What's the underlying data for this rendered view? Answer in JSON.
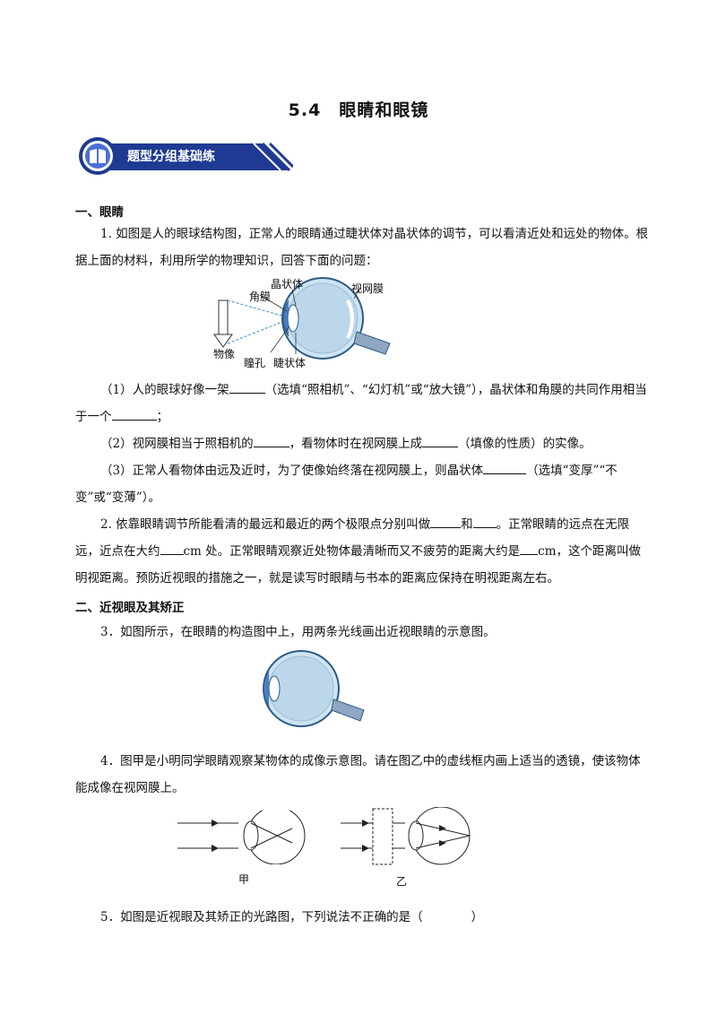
{
  "title": "5.4　眼睛和眼镜",
  "banner": {
    "label": "题型分组基础练"
  },
  "section1": {
    "heading": "一、眼睛"
  },
  "q1": {
    "stem": "1. 如图是人的眼球结构图，正常人的眼睛通过睫状体对晶状体的调节，可以看清近处和远处的物体。根据上面的材料，利用所学的物理知识，回答下面的问题：",
    "figure_labels": {
      "lens": "晶状体",
      "cornea": "角膜",
      "retina": "视网膜",
      "object": "物像",
      "pupil": "瞳孔",
      "ciliary": "睫状体"
    },
    "sub1_a": "（1）人的眼球好像一架",
    "sub1_b": "（选填“照相机”、“幻灯机”或“放大镜”），晶状体和角膜的共同作用相当于一个",
    "sub1_c": "；",
    "sub2_a": "（2）视网膜相当于照相机的",
    "sub2_b": "，看物体时在视网膜上成",
    "sub2_c": "（填像的性质）的实像。",
    "sub3_a": "（3）正常人看物体由远及近时，为了使像始终落在视网膜上，则晶状体",
    "sub3_b": "（选填“变厚”“不变”或“变薄”）。"
  },
  "q2": {
    "a": "2. 依靠眼睛调节所能看清的最远和最近的两个极限点分别叫做",
    "b": "和",
    "c": "。正常眼睛的远点在无限远，近点在大约",
    "d": "cm 处。正常眼睛观察近处物体最清晰而又不疲劳的距离大约是",
    "e": "cm，这个距离叫做明视距离。预防近视眼的措施之一，就是读写时眼睛与书本的距离应保持在明视距离左右。"
  },
  "section2": {
    "heading": "二、近视眼及其矫正"
  },
  "q3": {
    "text": "3．如图所示，在眼睛的构造图中上，用两条光线画出近视眼睛的示意图。"
  },
  "q4": {
    "text": "4．图甲是小明同学眼睛观察某物体的成像示意图。请在图乙中的虚线框内画上适当的透镜，使该物体能成像在视网膜上。",
    "fig_a": "甲",
    "fig_b": "乙"
  },
  "q5": {
    "text": "5．如图是近视眼及其矫正的光路图，下列说法不正确的是（　　　　）"
  },
  "colors": {
    "banner_dark": "#1f3a93",
    "banner_light": "#4a6fd6",
    "eye_blue": "#cde4f2",
    "eye_outline": "#2c5b86"
  }
}
